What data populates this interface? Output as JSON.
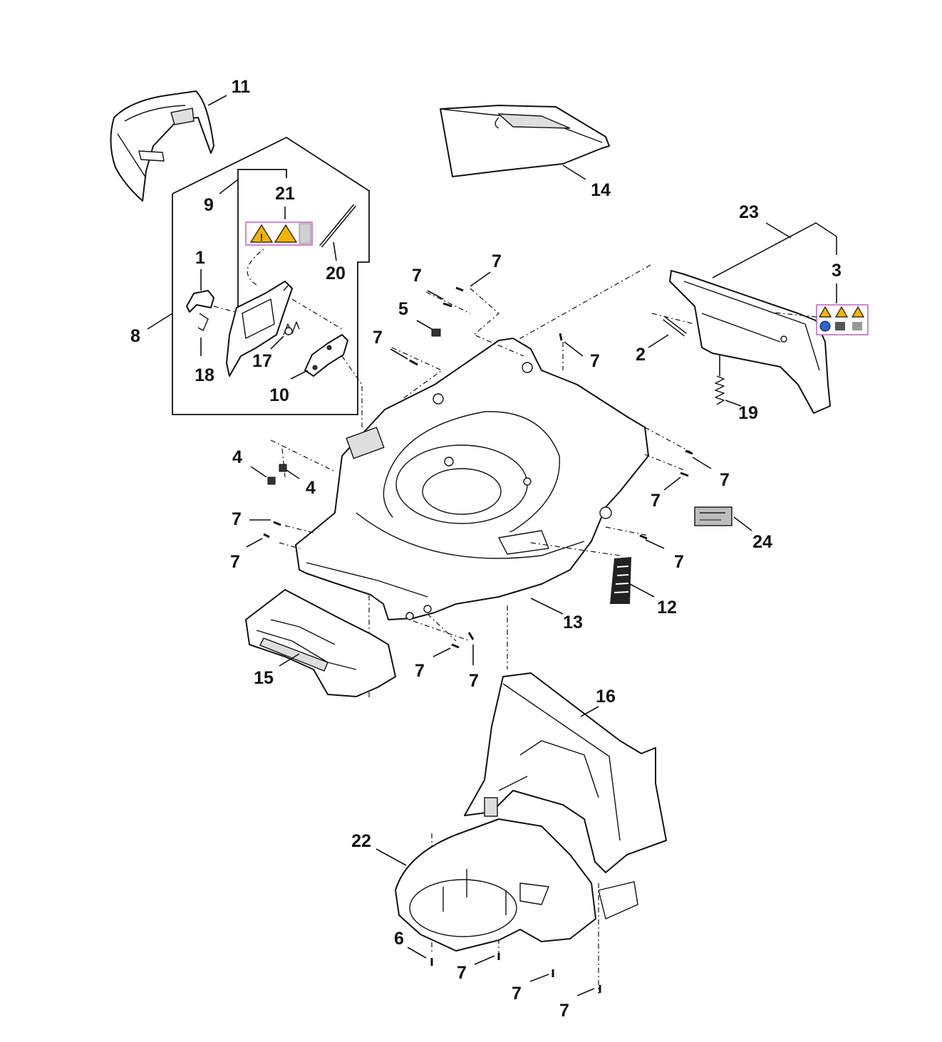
{
  "diagram": {
    "type": "exploded-parts-diagram",
    "callouts": [
      {
        "id": "c11",
        "label": "11",
        "part": "grass-deflector"
      },
      {
        "id": "c14",
        "label": "14",
        "part": "rear-flap"
      },
      {
        "id": "c9",
        "label": "9",
        "part": "height-adjuster-group"
      },
      {
        "id": "c21",
        "label": "21",
        "part": "warning-decal"
      },
      {
        "id": "c20",
        "label": "20",
        "part": "rod"
      },
      {
        "id": "c1",
        "label": "1",
        "part": "lever-cap"
      },
      {
        "id": "c8",
        "label": "8",
        "part": "adjuster-assembly"
      },
      {
        "id": "c17",
        "label": "17",
        "part": "spring"
      },
      {
        "id": "c18",
        "label": "18",
        "part": "clip"
      },
      {
        "id": "c10",
        "label": "10",
        "part": "bracket"
      },
      {
        "id": "c23",
        "label": "23",
        "part": "rear-guard-assembly"
      },
      {
        "id": "c3",
        "label": "3",
        "part": "warning-decal"
      },
      {
        "id": "c2",
        "label": "2",
        "part": "pin"
      },
      {
        "id": "c19",
        "label": "19",
        "part": "torsion-spring"
      },
      {
        "id": "c7a",
        "label": "7",
        "part": "screw"
      },
      {
        "id": "c7b",
        "label": "7",
        "part": "screw"
      },
      {
        "id": "c5",
        "label": "5",
        "part": "nut"
      },
      {
        "id": "c7c",
        "label": "7",
        "part": "screw"
      },
      {
        "id": "c7d",
        "label": "7",
        "part": "screw"
      },
      {
        "id": "c4a",
        "label": "4",
        "part": "nut"
      },
      {
        "id": "c4b",
        "label": "4",
        "part": "nut"
      },
      {
        "id": "c7e",
        "label": "7",
        "part": "screw"
      },
      {
        "id": "c7f",
        "label": "7",
        "part": "screw"
      },
      {
        "id": "c7g",
        "label": "7",
        "part": "screw"
      },
      {
        "id": "c7h",
        "label": "7",
        "part": "screw"
      },
      {
        "id": "c24",
        "label": "24",
        "part": "serial-label"
      },
      {
        "id": "c7i",
        "label": "7",
        "part": "screw"
      },
      {
        "id": "c12",
        "label": "12",
        "part": "height-label"
      },
      {
        "id": "c13",
        "label": "13",
        "part": "deck"
      },
      {
        "id": "c15",
        "label": "15",
        "part": "front-bumper"
      },
      {
        "id": "c7j",
        "label": "7",
        "part": "screw"
      },
      {
        "id": "c7k",
        "label": "7",
        "part": "screw"
      },
      {
        "id": "c16",
        "label": "16",
        "part": "rear-frame"
      },
      {
        "id": "c22",
        "label": "22",
        "part": "blade-housing"
      },
      {
        "id": "c6",
        "label": "6",
        "part": "screw"
      },
      {
        "id": "c7l",
        "label": "7",
        "part": "screw"
      },
      {
        "id": "c7m",
        "label": "7",
        "part": "screw"
      },
      {
        "id": "c7n",
        "label": "7",
        "part": "screw"
      }
    ]
  }
}
